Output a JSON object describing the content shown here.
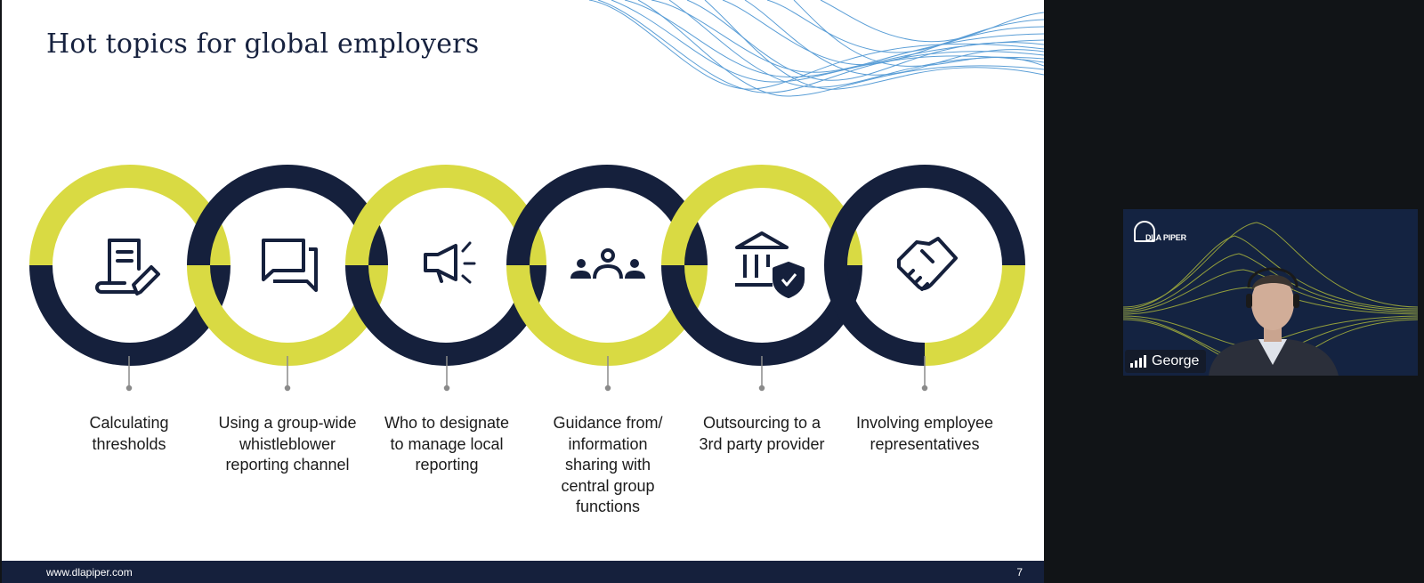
{
  "slide": {
    "title": "Hot topics for global employers",
    "topics": [
      {
        "label": "Calculating thresholds",
        "icon": "document-edit-icon"
      },
      {
        "label": "Using a group-wide whistleblower reporting channel",
        "icon": "chat-bubbles-icon"
      },
      {
        "label": "Who to designate to manage local reporting",
        "icon": "megaphone-icon"
      },
      {
        "label": "Guidance from/ information sharing with central group functions",
        "icon": "group-people-icon"
      },
      {
        "label": "Outsourcing to a 3rd party provider",
        "icon": "bank-shield-icon"
      },
      {
        "label": "Involving employee representatives",
        "icon": "handshake-icon"
      }
    ],
    "footer": {
      "url": "www.dlapiper.com",
      "page_number": "7"
    }
  },
  "video": {
    "logo_text": "DLA PIPER",
    "participant_name": "George",
    "signal_icon": "signal-strength-icon"
  },
  "colors": {
    "navy": "#15203c",
    "lime": "#d9da43",
    "background": "#111417",
    "wave_blue": "#3f8ed0"
  }
}
